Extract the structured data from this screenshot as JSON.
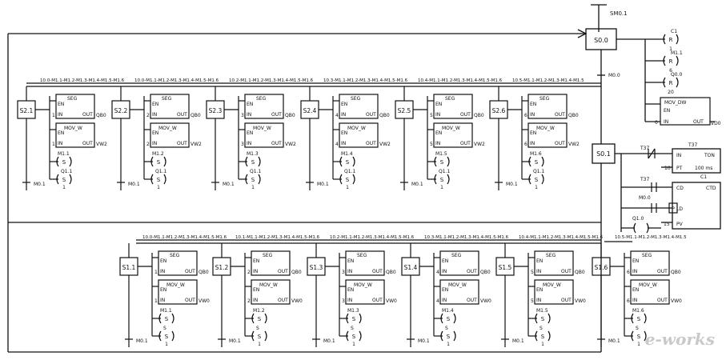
{
  "title": {
    "sm": "SM0.1"
  },
  "init": {
    "step": "S0.0",
    "reset_coils": [
      {
        "name": "C1",
        "letter": "R",
        "n": "1"
      },
      {
        "name": "M1.1",
        "letter": "R",
        "n": "6"
      },
      {
        "name": "Q0.0",
        "letter": "R",
        "n": "20"
      }
    ],
    "mov": {
      "name": "MOV_DW",
      "en": "EN",
      "in": "IN",
      "out": "OUT",
      "src": "0",
      "dst": "VD0"
    },
    "m_label": "M0.0"
  },
  "top_steps": [
    {
      "step": "S2.1",
      "cond": "10.0-M1.1-M1.2-M1.3-M1.4-M1.5-M1.6",
      "seg_in": "1",
      "mov_in": "1",
      "mov_out": "VW2",
      "coil": "M1.1",
      "q": "Q1.1",
      "q_n": "1",
      "m": "M0.1"
    },
    {
      "step": "S2.2",
      "cond": "10.0-M1.1-M1.2-M1.3-M1.4-M1.5-M1.6",
      "seg_in": "2",
      "mov_in": "2",
      "mov_out": "VW2",
      "coil": "M1.2",
      "q": "Q1.1",
      "q_n": "1",
      "m": "M0.1"
    },
    {
      "step": "S2.3",
      "cond": "10.2-M1.1-M1.2-M1.3-M1.4-M1.5-M1.6",
      "seg_in": "3",
      "mov_in": "3",
      "mov_out": "VW2",
      "coil": "M1.3",
      "q": "Q1.1",
      "q_n": "1",
      "m": "M0.1"
    },
    {
      "step": "S2.4",
      "cond": "10.3-M1.1-M1.2-M1.3-M1.4-M1.5-M1.6",
      "seg_in": "4",
      "mov_in": "4",
      "mov_out": "VW2",
      "coil": "M1.4",
      "q": "Q1.1",
      "q_n": "1",
      "m": "M0.1"
    },
    {
      "step": "S2.5",
      "cond": "10.4-M1.1-M1.2-M1.3-M1.4-M1.5-M1.6",
      "seg_in": "5",
      "mov_in": "5",
      "mov_out": "VW2",
      "coil": "M1.5",
      "q": "Q1.1",
      "q_n": "1",
      "m": "M0.1"
    },
    {
      "step": "S2.6",
      "cond": "10.5-M1.1-M1.2-M1.3-M1.4-M1.5",
      "seg_in": "6",
      "mov_in": "6",
      "mov_out": "VW2",
      "coil": "M1.6",
      "q": "Q1.1",
      "q_n": "1",
      "m": "M0.1"
    }
  ],
  "bottom_steps": [
    {
      "step": "S1.1",
      "cond": "10.0-M1.1-M1.2-M1.3-M1.4-M1.5-M1.6",
      "seg_in": "1",
      "mov_in": "1",
      "mov_out": "VW0",
      "coil": "M1.1",
      "q": "S",
      "q_n": "1",
      "m": "M0.1"
    },
    {
      "step": "S1.2",
      "cond": "10.1-M1.1-M1.2-M1.3-M1.4-M1.5-M1.6",
      "seg_in": "2",
      "mov_in": "2",
      "mov_out": "VW0",
      "coil": "M1.2",
      "q": "S",
      "q_n": "1",
      "m": "M0.1"
    },
    {
      "step": "S1.3",
      "cond": "10.2-M1.1-M1.2-M1.3-M1.4-M1.5-M1.6",
      "seg_in": "3",
      "mov_in": "3",
      "mov_out": "VW0",
      "coil": "M1.3",
      "q": "S",
      "q_n": "1",
      "m": "M0.1"
    },
    {
      "step": "S1.4",
      "cond": "10.3-M1.1-M1.2-M1.3-M1.4-M1.5-M1.6",
      "seg_in": "4",
      "mov_in": "4",
      "mov_out": "VW0",
      "coil": "M1.4",
      "q": "S",
      "q_n": "1",
      "m": "M0.1"
    },
    {
      "step": "S1.5",
      "cond": "10.4-M1.1-M1.2-M1.3-M1.4-M1.5-M1.6",
      "seg_in": "5",
      "mov_in": "5",
      "mov_out": "VW0",
      "coil": "M1.5",
      "q": "S",
      "q_n": "1",
      "m": "M0.1"
    },
    {
      "step": "S1.6",
      "cond": "10.5-M1.1-M1.2-M1.3-M1.4-M1.5",
      "seg_in": "6",
      "mov_in": "6",
      "mov_out": "VW0",
      "coil": "M1.6",
      "q": "S",
      "q_n": "1",
      "m": "M0.1"
    }
  ],
  "seg": {
    "name": "SEG",
    "en": "EN",
    "in": "IN",
    "out": "OUT",
    "dst": "QB0"
  },
  "mov_name": "MOV_W",
  "coil_letter": "S",
  "mid": {
    "step": "S0.1",
    "t37_contact": "T37",
    "timer": {
      "name": "T37",
      "type": "TON",
      "in": "IN",
      "pt": "PT",
      "pt_val": "10",
      "base": "100 ms"
    },
    "t37_contact2": "T37",
    "m00": "M0.0",
    "p": "P",
    "q10": "Q1.0",
    "counter": {
      "name": "C1",
      "cd": "CD",
      "ctd": "CTD",
      "ld": "LD",
      "pv": "PV",
      "pv_val": "15"
    }
  },
  "watermark": "e-works"
}
